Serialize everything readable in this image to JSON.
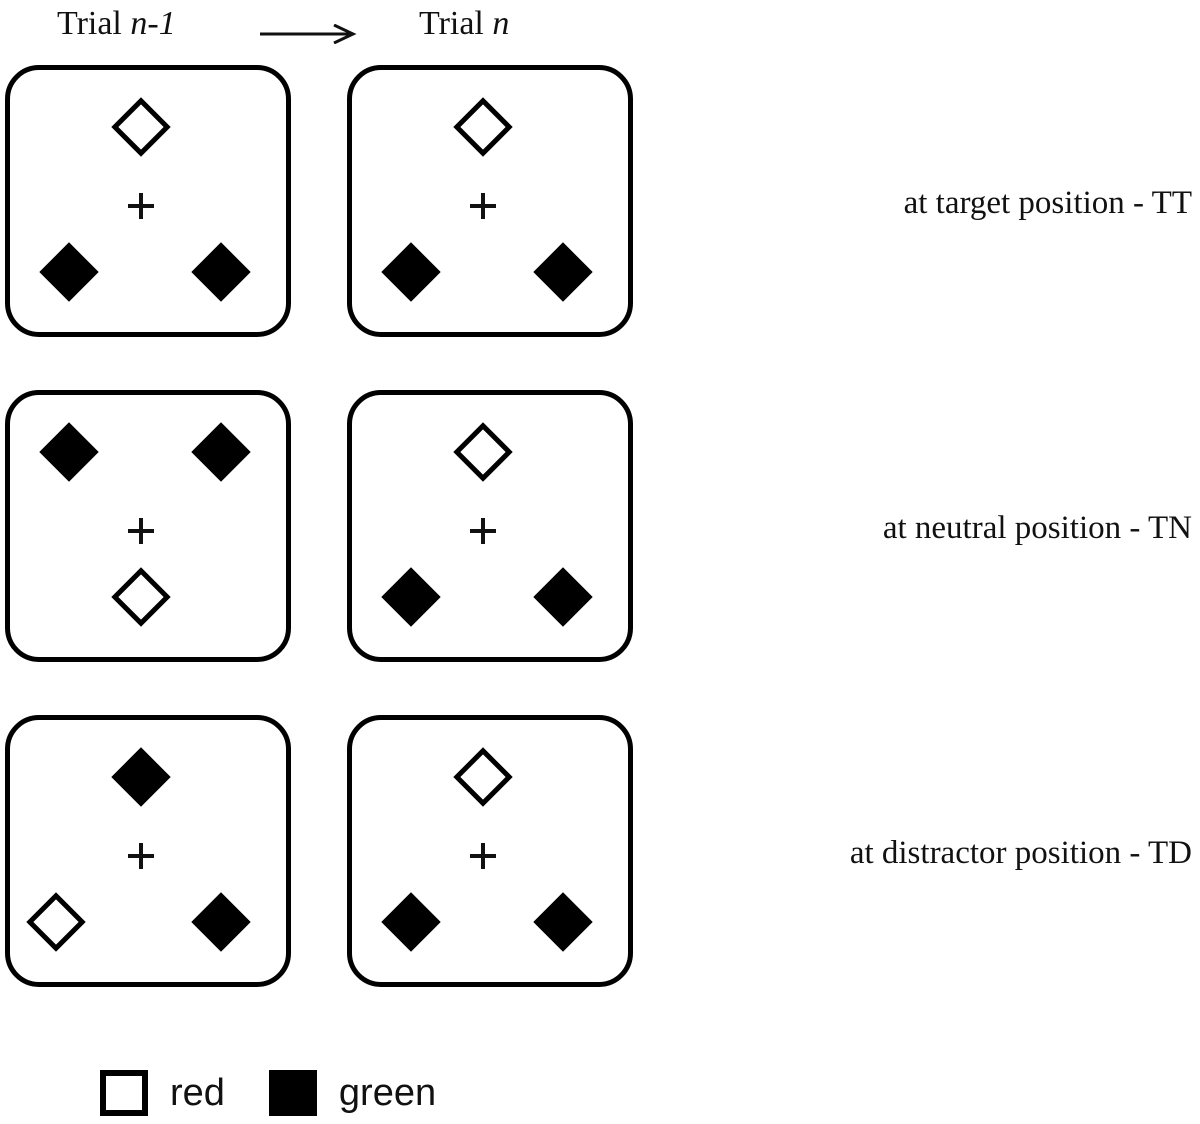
{
  "figure": {
    "type": "visual-search-trial-sequence-diagram",
    "header": {
      "trial_previous": "Trial ",
      "trial_previous_italic": "n-1",
      "arrow": "arrow-right-icon",
      "trial_current": "Trial ",
      "trial_current_italic": "n"
    },
    "colors": {
      "stroke": "#000000",
      "filled": "#000000",
      "open": "#ffffff",
      "background": "#ffffff"
    },
    "rows": [
      {
        "id": "TT",
        "label": "at target position - TT",
        "previous_trial": {
          "fixation": "+",
          "items": [
            {
              "position": "top-center",
              "fill": "open",
              "legend": "red"
            },
            {
              "position": "bottom-left",
              "fill": "filled",
              "legend": "green"
            },
            {
              "position": "bottom-right",
              "fill": "filled",
              "legend": "green"
            }
          ]
        },
        "current_trial": {
          "fixation": "+",
          "items": [
            {
              "position": "top-center",
              "fill": "open",
              "legend": "red"
            },
            {
              "position": "bottom-left",
              "fill": "filled",
              "legend": "green"
            },
            {
              "position": "bottom-right",
              "fill": "filled",
              "legend": "green"
            }
          ]
        }
      },
      {
        "id": "TN",
        "label": "at neutral position - TN",
        "previous_trial": {
          "fixation": "+",
          "items": [
            {
              "position": "top-left",
              "fill": "filled",
              "legend": "green"
            },
            {
              "position": "top-right",
              "fill": "filled",
              "legend": "green"
            },
            {
              "position": "bottom-center",
              "fill": "open",
              "legend": "red"
            }
          ]
        },
        "current_trial": {
          "fixation": "+",
          "items": [
            {
              "position": "top-center",
              "fill": "open",
              "legend": "red"
            },
            {
              "position": "bottom-left",
              "fill": "filled",
              "legend": "green"
            },
            {
              "position": "bottom-right",
              "fill": "filled",
              "legend": "green"
            }
          ]
        }
      },
      {
        "id": "TD",
        "label": "at distractor position - TD",
        "previous_trial": {
          "fixation": "+",
          "items": [
            {
              "position": "top-center",
              "fill": "filled",
              "legend": "green"
            },
            {
              "position": "bottom-left",
              "fill": "open",
              "legend": "red"
            },
            {
              "position": "bottom-right",
              "fill": "filled",
              "legend": "green"
            }
          ]
        },
        "current_trial": {
          "fixation": "+",
          "items": [
            {
              "position": "top-center",
              "fill": "open",
              "legend": "red"
            },
            {
              "position": "bottom-left",
              "fill": "filled",
              "legend": "green"
            },
            {
              "position": "bottom-right",
              "fill": "filled",
              "legend": "green"
            }
          ]
        }
      }
    ],
    "legend": {
      "entries": [
        {
          "swatch": "open",
          "label": "red"
        },
        {
          "swatch": "filled",
          "label": "green"
        }
      ]
    }
  }
}
